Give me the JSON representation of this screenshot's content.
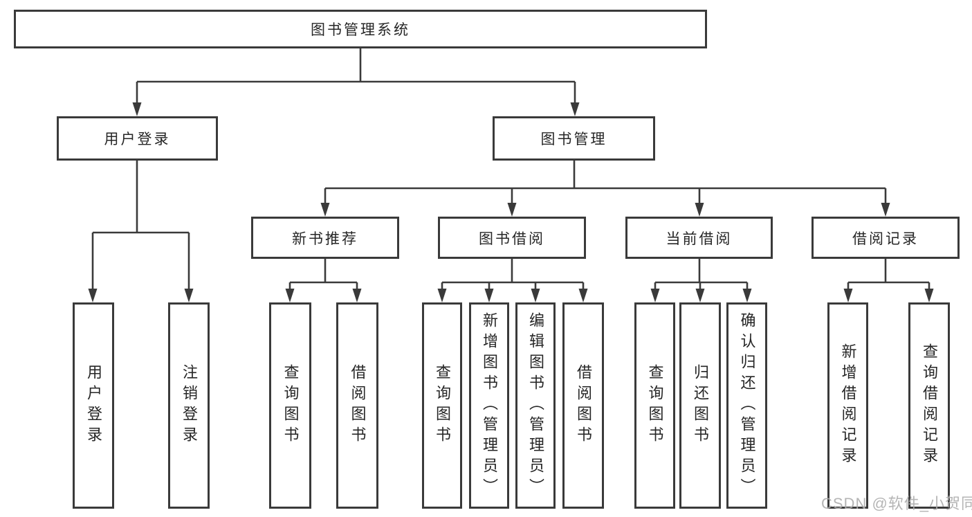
{
  "tree": {
    "label": "图书管理系统",
    "children": [
      {
        "label": "用户登录",
        "children": [
          {
            "label": "用户登录"
          },
          {
            "label": "注销登录"
          }
        ]
      },
      {
        "label": "图书管理",
        "children": [
          {
            "label": "新书推荐",
            "children": [
              {
                "label": "查询图书"
              },
              {
                "label": "借阅图书"
              }
            ]
          },
          {
            "label": "图书借阅",
            "children": [
              {
                "label": "查询图书"
              },
              {
                "label": "新增图书（管理员）"
              },
              {
                "label": "编辑图书（管理员）"
              },
              {
                "label": "借阅图书"
              }
            ]
          },
          {
            "label": "当前借阅",
            "children": [
              {
                "label": "查询图书"
              },
              {
                "label": "归还图书"
              },
              {
                "label": "确认归还（管理员）"
              }
            ]
          },
          {
            "label": "借阅记录",
            "children": [
              {
                "label": "新增借阅记录"
              },
              {
                "label": "查询借阅记录"
              }
            ]
          }
        ]
      }
    ]
  },
  "watermark": {
    "text": "CSDN @软件_小贺同学"
  },
  "colors": {
    "line": "#3a3a3a",
    "text": "#262626",
    "box_bg": "#ffffff",
    "watermark": "#adadad"
  }
}
